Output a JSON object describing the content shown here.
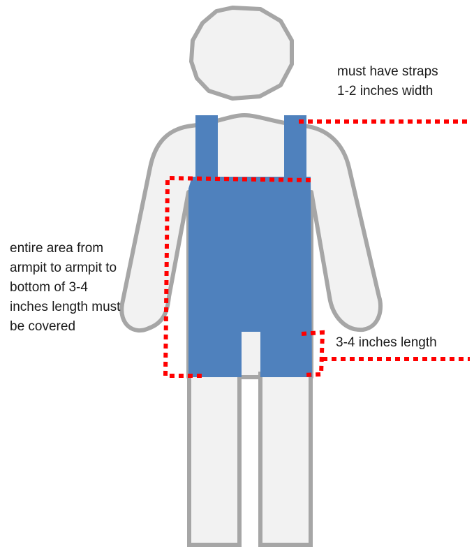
{
  "labels": {
    "straps": [
      "must have straps",
      "1-2 inches width"
    ],
    "coverage": [
      "entire area from",
      "armpit to armpit to",
      "bottom of 3-4",
      "inches length must",
      "be covered"
    ],
    "length": [
      "3-4 inches length"
    ]
  },
  "colors": {
    "body_fill": "#f2f2f2",
    "body_outline": "#a6a6a6",
    "garment": "#4f81bd",
    "guide_line": "#ff0000"
  }
}
